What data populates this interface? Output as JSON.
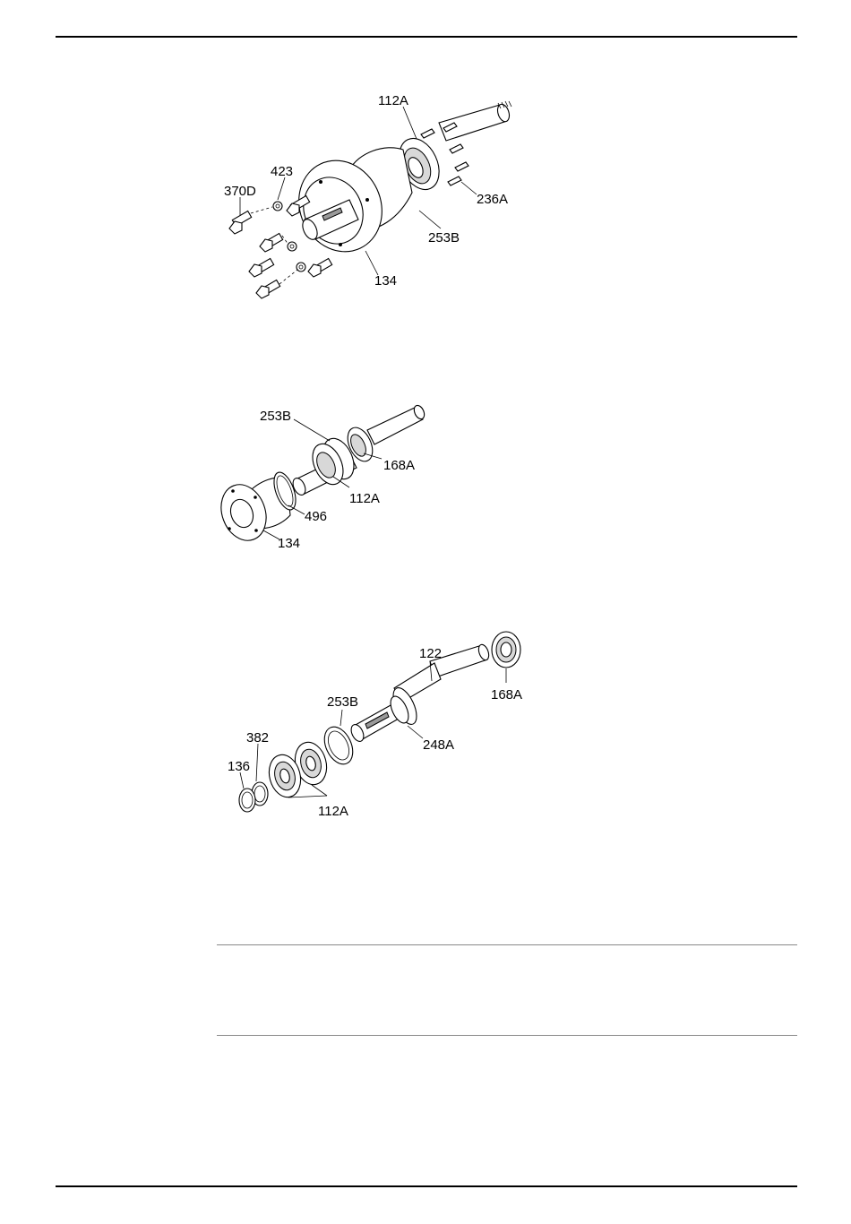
{
  "figures": [
    {
      "labels": {
        "l1": "112A",
        "l2": "423",
        "l3": "370D",
        "l4": "236A",
        "l5": "253B",
        "l6": "134"
      }
    },
    {
      "labels": {
        "l1": "253B",
        "l2": "168A",
        "l3": "112A",
        "l4": "496",
        "l5": "134"
      }
    },
    {
      "labels": {
        "l1": "122",
        "l2": "168A",
        "l3": "253B",
        "l4": "248A",
        "l5": "382",
        "l6": "136",
        "l7": "112A"
      }
    }
  ]
}
